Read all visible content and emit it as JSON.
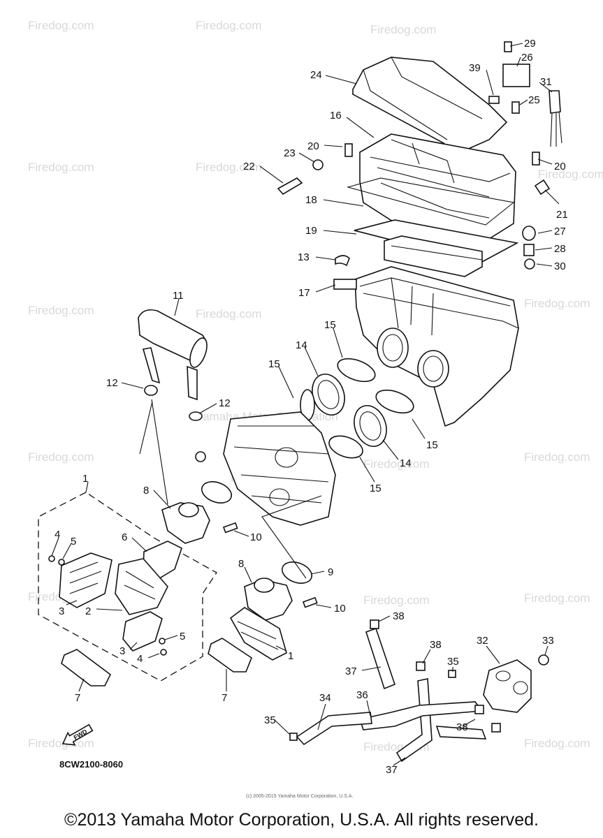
{
  "watermark": "Firedog.com",
  "watermark_center": "Yamaha Motor Corporation",
  "diagram_code": "8CW2100-8060",
  "fwd_label": "FWD",
  "small_note": "(c) 2005-2015 Yamaha Motor Corporation, U.S.A.",
  "copyright": "©2013 Yamaha Motor Corporation, U.S.A. All rights reserved.",
  "callouts": {
    "c29": "29",
    "c26": "26",
    "c39": "39",
    "c31": "31",
    "c25": "25",
    "c24": "24",
    "c16": "16",
    "c20a": "20",
    "c23": "23",
    "c22": "22",
    "c20b": "20",
    "c21": "21",
    "c18": "18",
    "c19": "19",
    "c27": "27",
    "c28": "28",
    "c13": "13",
    "c30": "30",
    "c17": "17",
    "c11": "11",
    "c15a": "15",
    "c14a": "14",
    "c15b": "15",
    "c12a": "12",
    "c12b": "12",
    "c15c": "15",
    "c14b": "14",
    "c15d": "15",
    "c1a": "1",
    "c8a": "8",
    "c10a": "10",
    "c6": "6",
    "c4a": "4",
    "c5a": "5",
    "c3a": "3",
    "c2": "2",
    "c9": "9",
    "c8b": "8",
    "c10b": "10",
    "c3b": "3",
    "c5b": "5",
    "c4b": "4",
    "c1b": "1",
    "c7a": "7",
    "c7b": "7",
    "c38a": "38",
    "c38b": "38",
    "c32": "32",
    "c33": "33",
    "c35a": "35",
    "c37a": "37",
    "c34": "34",
    "c36": "36",
    "c38c": "38",
    "c35b": "35",
    "c37b": "37"
  }
}
